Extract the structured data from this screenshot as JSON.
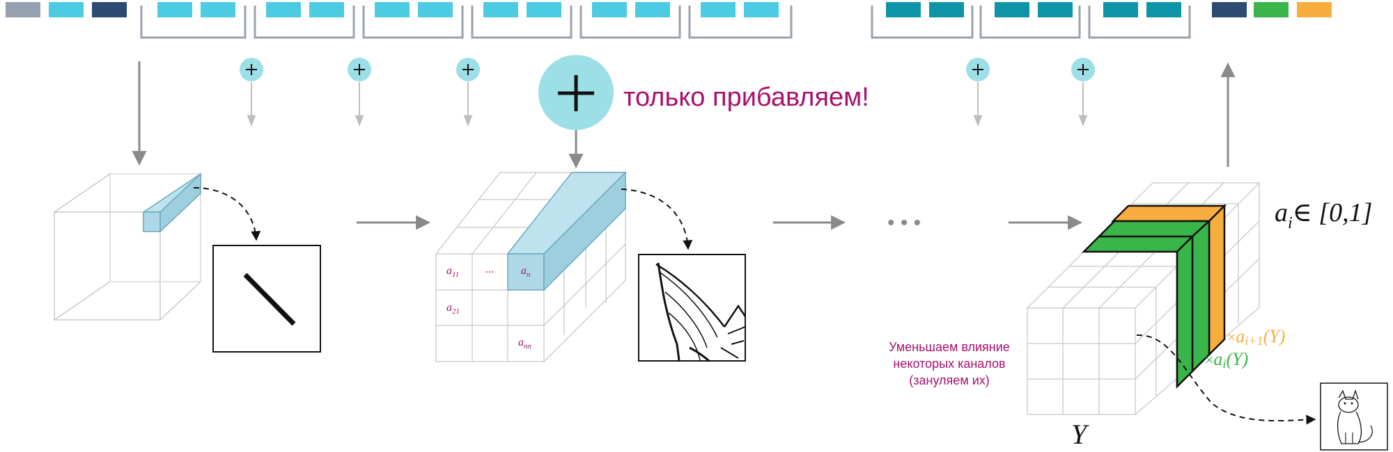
{
  "colors": {
    "gray_block": "#95a1b0",
    "light_blue": "#4ccbe3",
    "teal": "#0e94a7",
    "navy": "#2c4a72",
    "green": "#3ab54a",
    "orange": "#f8ad3f",
    "plus_circle": "#9ddfe6",
    "magenta": "#a8106c",
    "arrow_gray": "#8a8a8a",
    "slice_blue": "#add9e7"
  },
  "icons": [
    "plus-icon",
    "line-feature-icon",
    "cat-ear-sketch-icon",
    "cat-sketch-icon"
  ],
  "main_plus_label": "только прибавляем!",
  "ellipsis": "• • •",
  "matrix_labels": {
    "a11": "a",
    "a11_sub": "11",
    "dots": "...",
    "an": "a",
    "an_sub": "n",
    "a21": "a",
    "a21_sub": "21",
    "ann": "a",
    "ann_sub": "nn"
  },
  "range_label": {
    "base": "a",
    "sub": "i",
    "rest": "∈ [0,1]"
  },
  "weights": {
    "orange_prefix": "×",
    "orange_base": "a",
    "orange_sub": "i+1",
    "orange_suffix": "(Y)",
    "green_prefix": "×",
    "green_base": "a",
    "green_sub": "i",
    "green_suffix": "(Y)"
  },
  "note_lines": [
    "Уменьшаем влияние",
    "некоторых каналов",
    "(зануляем их)"
  ],
  "y_label": "Y"
}
